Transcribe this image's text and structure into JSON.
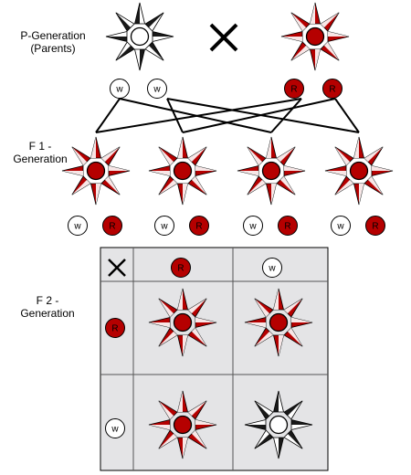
{
  "labels": {
    "p_generation": "P-Generation",
    "p_parents": "(Parents)",
    "f1": "F 1 -",
    "f1_generation": "Generation",
    "f2": "F 2 -",
    "f2_generation": "Generation"
  },
  "alleles": {
    "dominant": "R",
    "recessive": "w"
  },
  "colors": {
    "red": "#b50000",
    "white": "#ffffff",
    "outline": "#000000",
    "grid_bg": "#e4e4e6"
  },
  "icons": {
    "cross": "cross-icon",
    "flower": "flower-icon",
    "allele": "allele-circle-icon"
  }
}
